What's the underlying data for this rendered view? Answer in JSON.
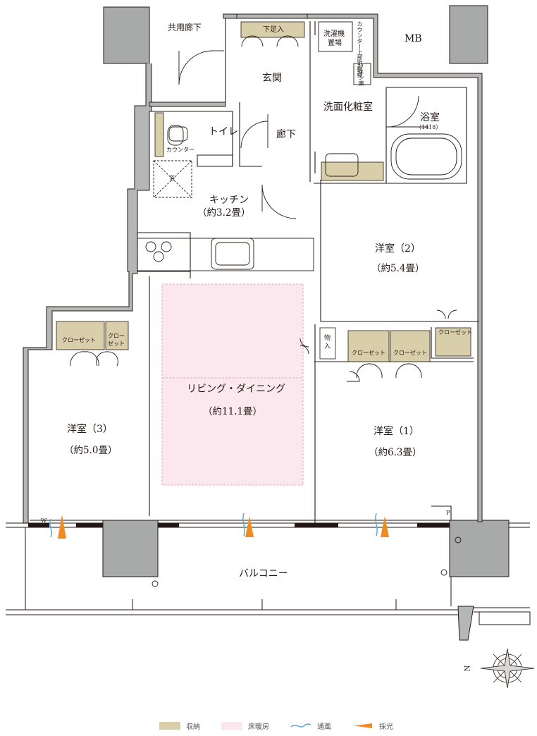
{
  "rooms": {
    "shared_corridor": "共用廊下",
    "mb": "MB",
    "entrance": "玄関",
    "shoe_storage": "下足入",
    "washing_machine": "洗濯機置場",
    "washing_machine_l1": "洗濯機",
    "washing_machine_l2": "置場",
    "counter_shelf": "カウンター上部可動棚",
    "counter_shelf_l1": "カウンター",
    "counter_shelf_l2": "上",
    "counter_shelf_l3": "部可",
    "counter_shelf_l4": "動棚",
    "linen": "リネン庫",
    "powder_room": "洗面化粧室",
    "bathroom": "浴室",
    "bathroom_size": "（1418）",
    "toilet": "トイレ",
    "toilet_counter": "カウンター",
    "hallway": "廊下",
    "bath_vent": "浴",
    "kitchen": "キッチン",
    "kitchen_area": "（約3.2畳）",
    "western2": "洋室（2）",
    "western2_area": "（約5.4畳）",
    "living": "リビング・ダイニング",
    "living_area": "（約11.1畳）",
    "western3": "洋室（3）",
    "western3_area": "（約5.0畳）",
    "western1": "洋室（1）",
    "western1_area": "（約6.3畳）",
    "closet": "クローゼット",
    "closet_l1": "クロー",
    "closet_l2": "ゼット",
    "storage": "物入",
    "storage_l1": "物",
    "storage_l2": "入",
    "balcony": "バルコニー",
    "p_mark": "P",
    "w_mark": "W"
  },
  "compass": {
    "north": "N"
  },
  "legend": {
    "storage": "収納",
    "floor_heating": "床暖房",
    "ventilation": "通風",
    "daylight": "採光"
  },
  "colors": {
    "wall": "#b5b6b6",
    "wall_outline": "#231815",
    "storage_fill": "#d8ceaa",
    "floor_heating_fill": "#fbe8ef",
    "floor_heating_border": "#e4a6bd",
    "ventilation": "#5fa8d3",
    "daylight": "#f08c1f"
  }
}
